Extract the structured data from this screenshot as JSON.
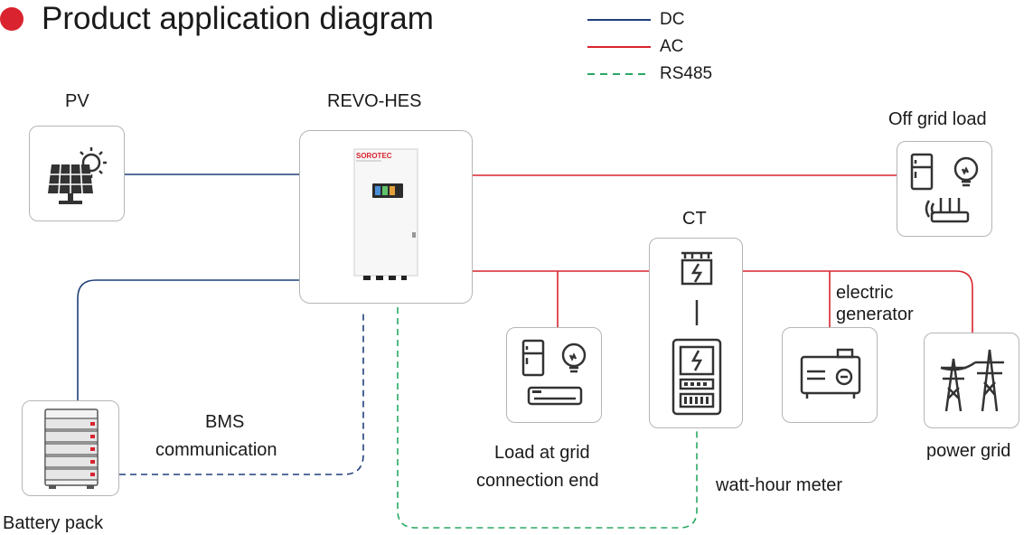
{
  "title": "Product application diagram",
  "colors": {
    "dc": "#1f3f7a",
    "ac": "#d9232e",
    "rs485": "#2aa864",
    "accent": "#d9232e"
  },
  "legend": [
    {
      "label": "DC",
      "style": "solid",
      "color": "#1f3f7a"
    },
    {
      "label": "AC",
      "style": "solid",
      "color": "#d9232e"
    },
    {
      "label": "RS485",
      "style": "dashed",
      "color": "#2aa864"
    }
  ],
  "nodes": {
    "pv": {
      "label": "PV",
      "icon": "solar-panel-icon"
    },
    "inverter": {
      "label": "REVO-HES",
      "brand": "SOROTEC",
      "icon": "inverter-icon"
    },
    "off_grid_load": {
      "label": "Off grid load",
      "icon": "appliances-icon"
    },
    "ct": {
      "label": "CT",
      "icon": "current-transformer-icon"
    },
    "meter": {
      "label": "watt-hour meter",
      "icon": "watt-hour-meter-icon"
    },
    "load_grid": {
      "label_line1": "Load at grid",
      "label_line2": "connection end",
      "icon": "appliances-icon"
    },
    "generator": {
      "label_line1": "electric",
      "label_line2": "generator",
      "icon": "generator-icon"
    },
    "power_grid": {
      "label": "power grid",
      "icon": "transmission-tower-icon"
    },
    "battery": {
      "label": "Battery pack",
      "icon": "battery-stack-icon"
    },
    "bms": {
      "label_line1": "BMS",
      "label_line2": "communication"
    }
  }
}
